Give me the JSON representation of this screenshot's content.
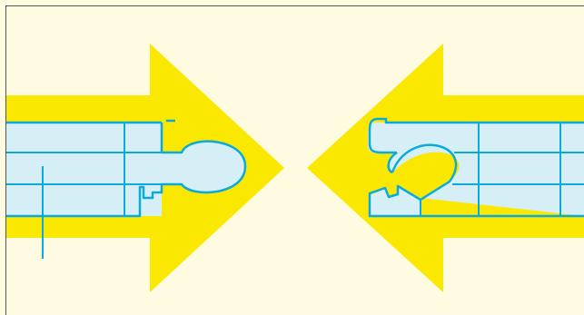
{
  "colors": {
    "background": "#fffbe0",
    "frame": "#555555",
    "arrow": "#fbe800",
    "piece_fill": "#d6eef6",
    "piece_stroke": "#0aaadd"
  },
  "figure": {
    "arrows": [
      {
        "id": "left",
        "direction": "right"
      },
      {
        "id": "right",
        "direction": "left"
      }
    ],
    "pieces": [
      {
        "id": "left",
        "connector": "knob",
        "grid_rows": 3
      },
      {
        "id": "right",
        "connector": "socket",
        "grid_rows": 3
      }
    ]
  }
}
